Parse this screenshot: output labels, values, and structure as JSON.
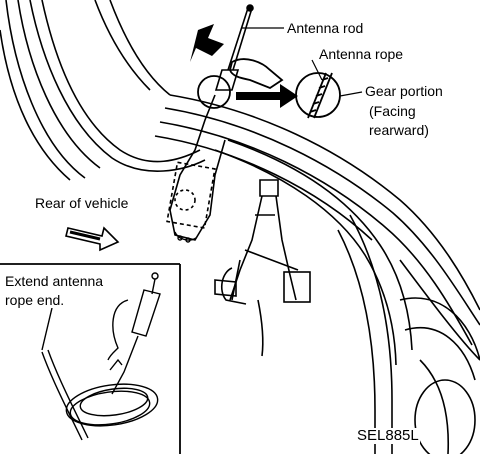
{
  "labels": {
    "antenna_rod": "Antenna rod",
    "antenna_rope": "Antenna rope",
    "gear_portion": "Gear portion",
    "facing_rearward_1": "(Facing",
    "facing_rearward_2": "rearward)",
    "rear_of_vehicle": "Rear of vehicle",
    "extend_1": "Extend antenna",
    "extend_2": "rope end.",
    "figure_code": "SEL885L"
  },
  "colors": {
    "ink": "#000000",
    "paper": "#ffffff"
  }
}
